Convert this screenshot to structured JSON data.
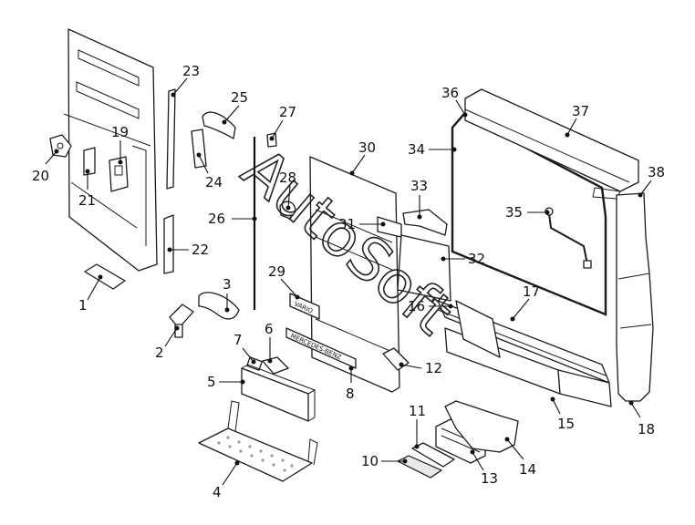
{
  "labels": {
    "l1": "1",
    "l2": "2",
    "l3": "3",
    "l4": "4",
    "l5": "5",
    "l6": "6",
    "l7": "7",
    "l8": "8",
    "l10": "10",
    "l11": "11",
    "l12": "12",
    "l13": "13",
    "l14": "14",
    "l15": "15",
    "l16": "16",
    "l17": "17",
    "l18": "18",
    "l19": "19",
    "l20": "20",
    "l21": "21",
    "l22": "22",
    "l23": "23",
    "l24": "24",
    "l25": "25",
    "l26": "26",
    "l27": "27",
    "l28": "28",
    "l29": "29",
    "l30": "30",
    "l31": "31",
    "l32": "32",
    "l33": "33",
    "l34": "34",
    "l35": "35",
    "l36": "36",
    "l37": "37",
    "l38": "38"
  },
  "plates": {
    "vario": "VARIO",
    "mercedes": "MERCEDES-BENZ"
  },
  "watermark": "AutoSoft"
}
